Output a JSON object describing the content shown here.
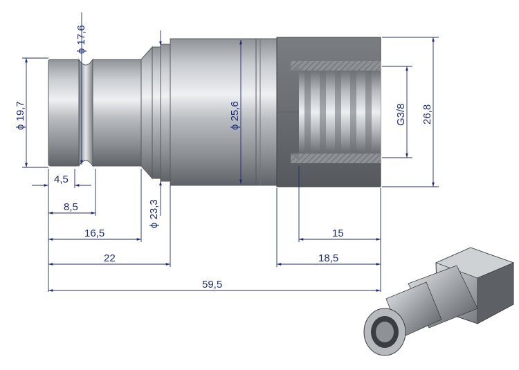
{
  "colors": {
    "dimension_line": "#1c2a78",
    "dimension_text": "#1c2a78",
    "steel_light": "#d9dcdf",
    "steel_mid": "#a7abb0",
    "steel_dark": "#5d6166",
    "hex_body": "#6b6e72",
    "section_hatch": "#9a9da1",
    "background": "#ffffff"
  },
  "dimensions": {
    "d_tip": "ϕ 19,7",
    "d_groove": "ϕ 17,6",
    "d_collar": "ϕ 23,3",
    "d_body": "ϕ 25,6",
    "hex_width": "26,8",
    "thread": "G3/8",
    "len_4_5": "4,5",
    "len_8_5": "8,5",
    "len_16_5": "16,5",
    "len_22": "22",
    "len_59_5": "59,5",
    "len_15": "15",
    "len_18_5": "18,5"
  },
  "thumbnail": {
    "icon": "coupling-plug-3d-icon"
  }
}
